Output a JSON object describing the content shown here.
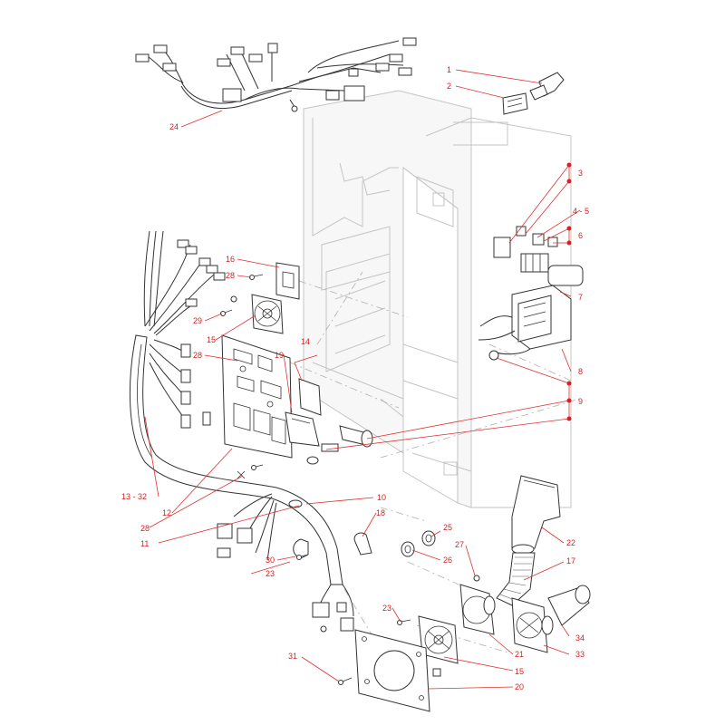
{
  "diagram": {
    "callouts": [
      {
        "id": "c1",
        "text": "1"
      },
      {
        "id": "c2",
        "text": "2"
      },
      {
        "id": "c3",
        "text": "3"
      },
      {
        "id": "c45",
        "text": "4  -  5"
      },
      {
        "id": "c6",
        "text": "6"
      },
      {
        "id": "c7",
        "text": "7"
      },
      {
        "id": "c8",
        "text": "8"
      },
      {
        "id": "c9",
        "text": "9"
      },
      {
        "id": "c10",
        "text": "10"
      },
      {
        "id": "c11",
        "text": "11"
      },
      {
        "id": "c12",
        "text": "12"
      },
      {
        "id": "c1332",
        "text": "13  -  32"
      },
      {
        "id": "c14",
        "text": "14"
      },
      {
        "id": "c15a",
        "text": "15"
      },
      {
        "id": "c15b",
        "text": "15"
      },
      {
        "id": "c16",
        "text": "16"
      },
      {
        "id": "c17",
        "text": "17"
      },
      {
        "id": "c18",
        "text": "18"
      },
      {
        "id": "c19",
        "text": "19"
      },
      {
        "id": "c20",
        "text": "20"
      },
      {
        "id": "c21",
        "text": "21"
      },
      {
        "id": "c22",
        "text": "22"
      },
      {
        "id": "c23a",
        "text": "23"
      },
      {
        "id": "c23b",
        "text": "23"
      },
      {
        "id": "c24",
        "text": "24"
      },
      {
        "id": "c25",
        "text": "25"
      },
      {
        "id": "c26",
        "text": "26"
      },
      {
        "id": "c27",
        "text": "27"
      },
      {
        "id": "c28a",
        "text": "28"
      },
      {
        "id": "c28b",
        "text": "28"
      },
      {
        "id": "c28c",
        "text": "28"
      },
      {
        "id": "c29",
        "text": "29"
      },
      {
        "id": "c30",
        "text": "30"
      },
      {
        "id": "c31",
        "text": "31"
      },
      {
        "id": "c33",
        "text": "33"
      },
      {
        "id": "c34",
        "text": "34"
      }
    ]
  }
}
